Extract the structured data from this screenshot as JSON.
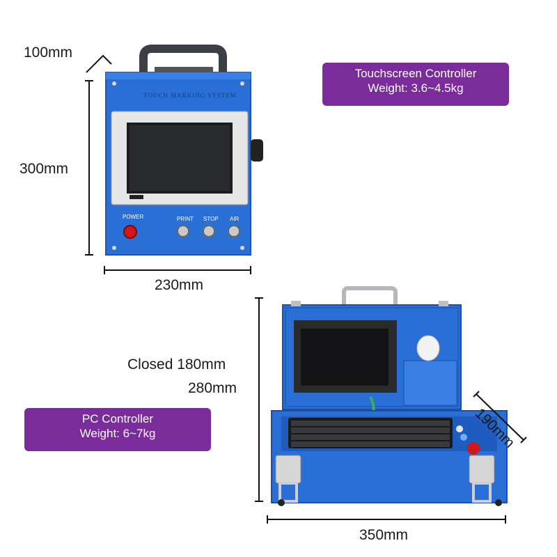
{
  "touch_controller": {
    "badge_title": "Touchscreen Controller",
    "badge_weight": "Weight: 3.6~4.5kg",
    "depth": "100mm",
    "height": "300mm",
    "width": "230mm",
    "panel_text": "TOUCH MARKING SYSTEM",
    "buttons": {
      "power": "POWER",
      "print": "PRINT",
      "stop": "STOP",
      "air": "AIR"
    }
  },
  "pc_controller": {
    "badge_title": "PC Controller",
    "badge_weight": "Weight: 6~7kg",
    "height_closed": "Closed 180mm",
    "height_open": "280mm",
    "depth": "190mm",
    "width": "350mm"
  },
  "colors": {
    "badge": "#7a2c9a",
    "case_blue": "#2a6fd6",
    "case_dark": "#1b4fa8"
  }
}
